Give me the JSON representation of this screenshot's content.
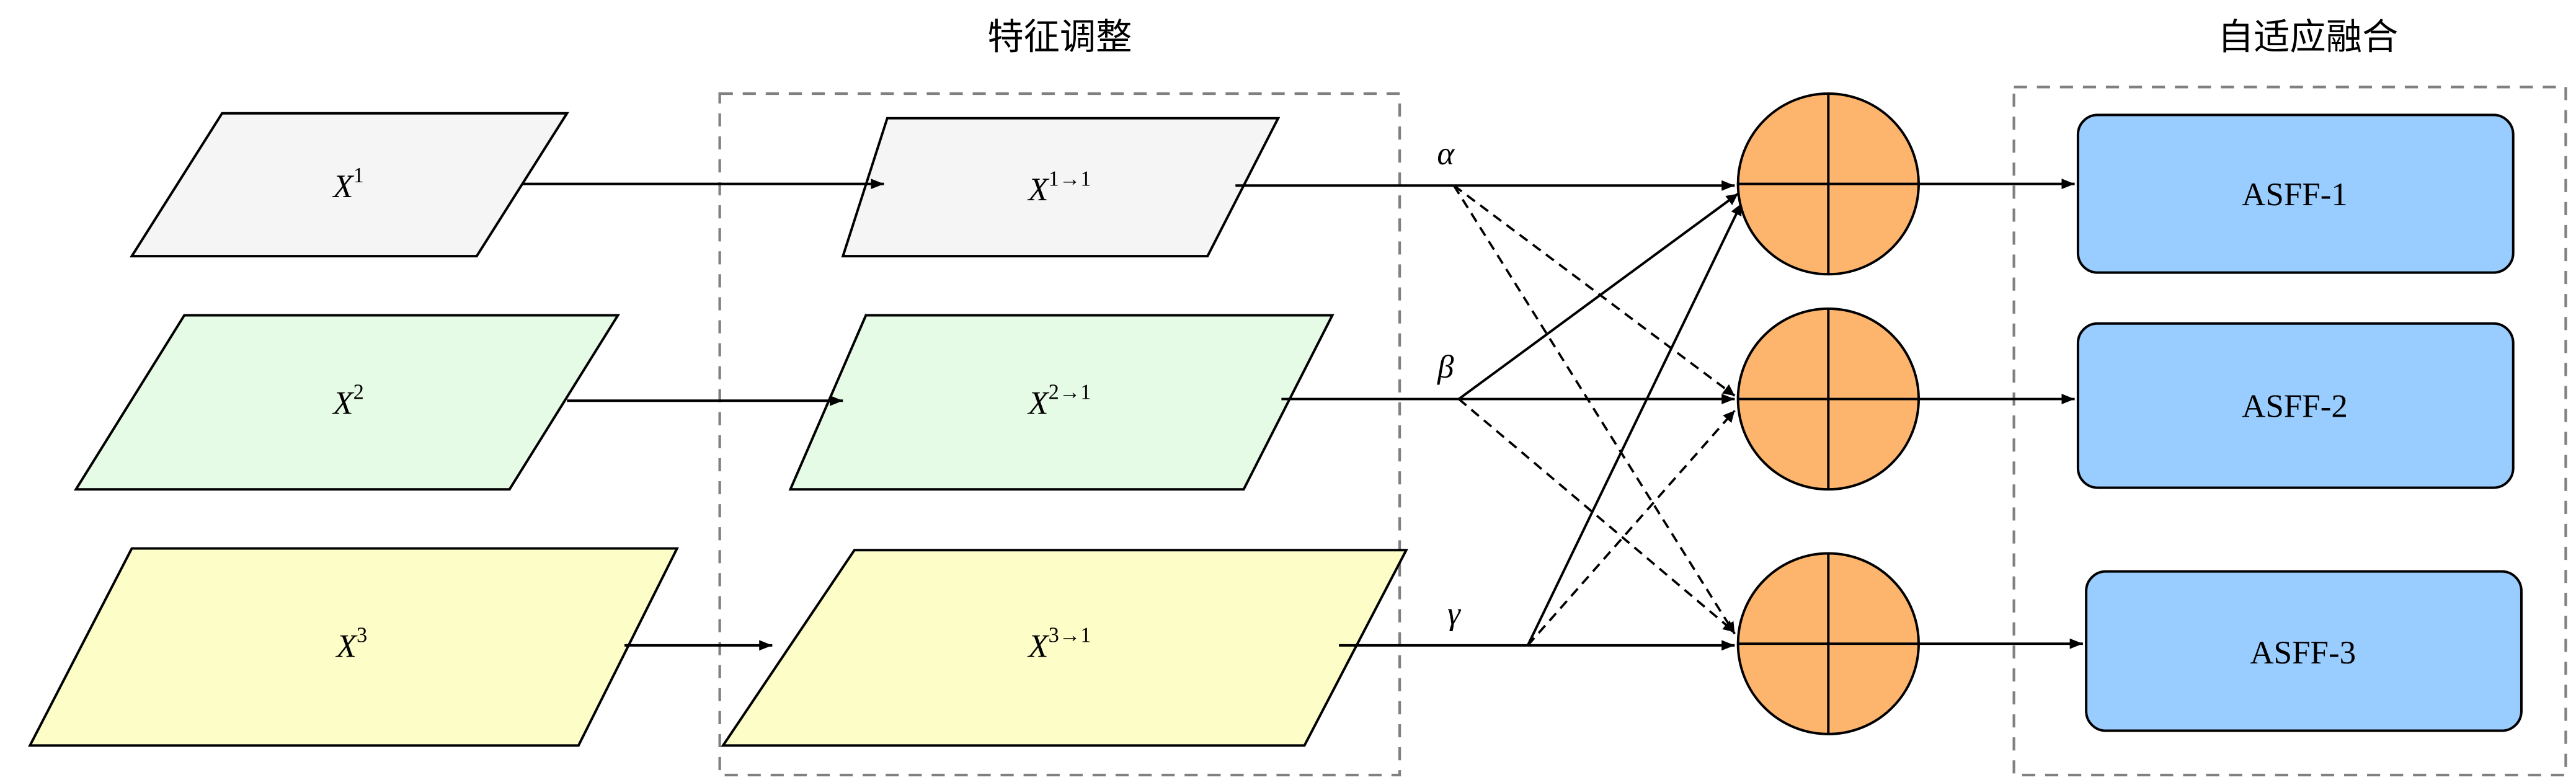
{
  "titles": {
    "feature_adjust": "特征调整",
    "adaptive_fusion": "自适应融合"
  },
  "inputs": [
    {
      "base": "X",
      "sup": "1",
      "color": "#f5f5f5"
    },
    {
      "base": "X",
      "sup": "2",
      "color": "#e6fbe6"
    },
    {
      "base": "X",
      "sup": "3",
      "color": "#fdfdc8"
    }
  ],
  "adjusted": [
    {
      "base": "X",
      "sup": "1→1",
      "color": "#f5f5f5"
    },
    {
      "base": "X",
      "sup": "2→1",
      "color": "#e6fbe6"
    },
    {
      "base": "X",
      "sup": "3→1",
      "color": "#fdfdc8"
    }
  ],
  "weights": [
    "α",
    "β",
    "γ"
  ],
  "outputs": [
    "ASFF-1",
    "ASFF-2",
    "ASFF-3"
  ],
  "colors": {
    "sum_node": "#fdb56e",
    "output_box": "#99ccff",
    "dashed_box": "#808080"
  }
}
